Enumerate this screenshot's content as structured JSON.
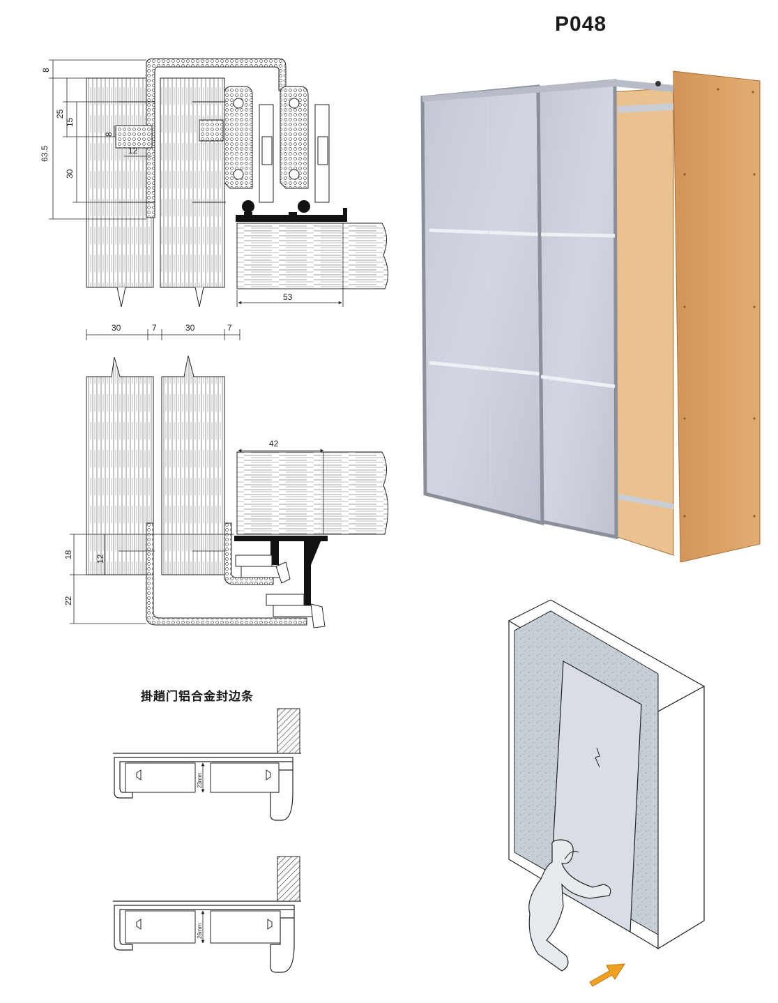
{
  "header": {
    "product_code": "P048"
  },
  "top_section": {
    "dims": {
      "d8_top": "8",
      "d25": "25",
      "d15": "15",
      "d8_inner": "8",
      "d12": "12",
      "d63_5": "63.5",
      "d30": "30",
      "d53": "53"
    }
  },
  "middle_section": {
    "widths": {
      "w30a": "30",
      "w7a": "7",
      "w30b": "30",
      "w7b": "7"
    },
    "dims": {
      "d42": "42",
      "d18": "18",
      "d12": "12",
      "d22": "22"
    }
  },
  "profile_section": {
    "title": "掛趟门铝合金封边条",
    "profile_a_thickness": "23mm",
    "profile_b_thickness": "26mm"
  },
  "colors": {
    "wood": "#d9a066",
    "wood_dark": "#b9804a",
    "glass": "#c9ccd8",
    "frame": "#b8bcc6",
    "arrow": "#f0a020",
    "line": "#222222"
  }
}
